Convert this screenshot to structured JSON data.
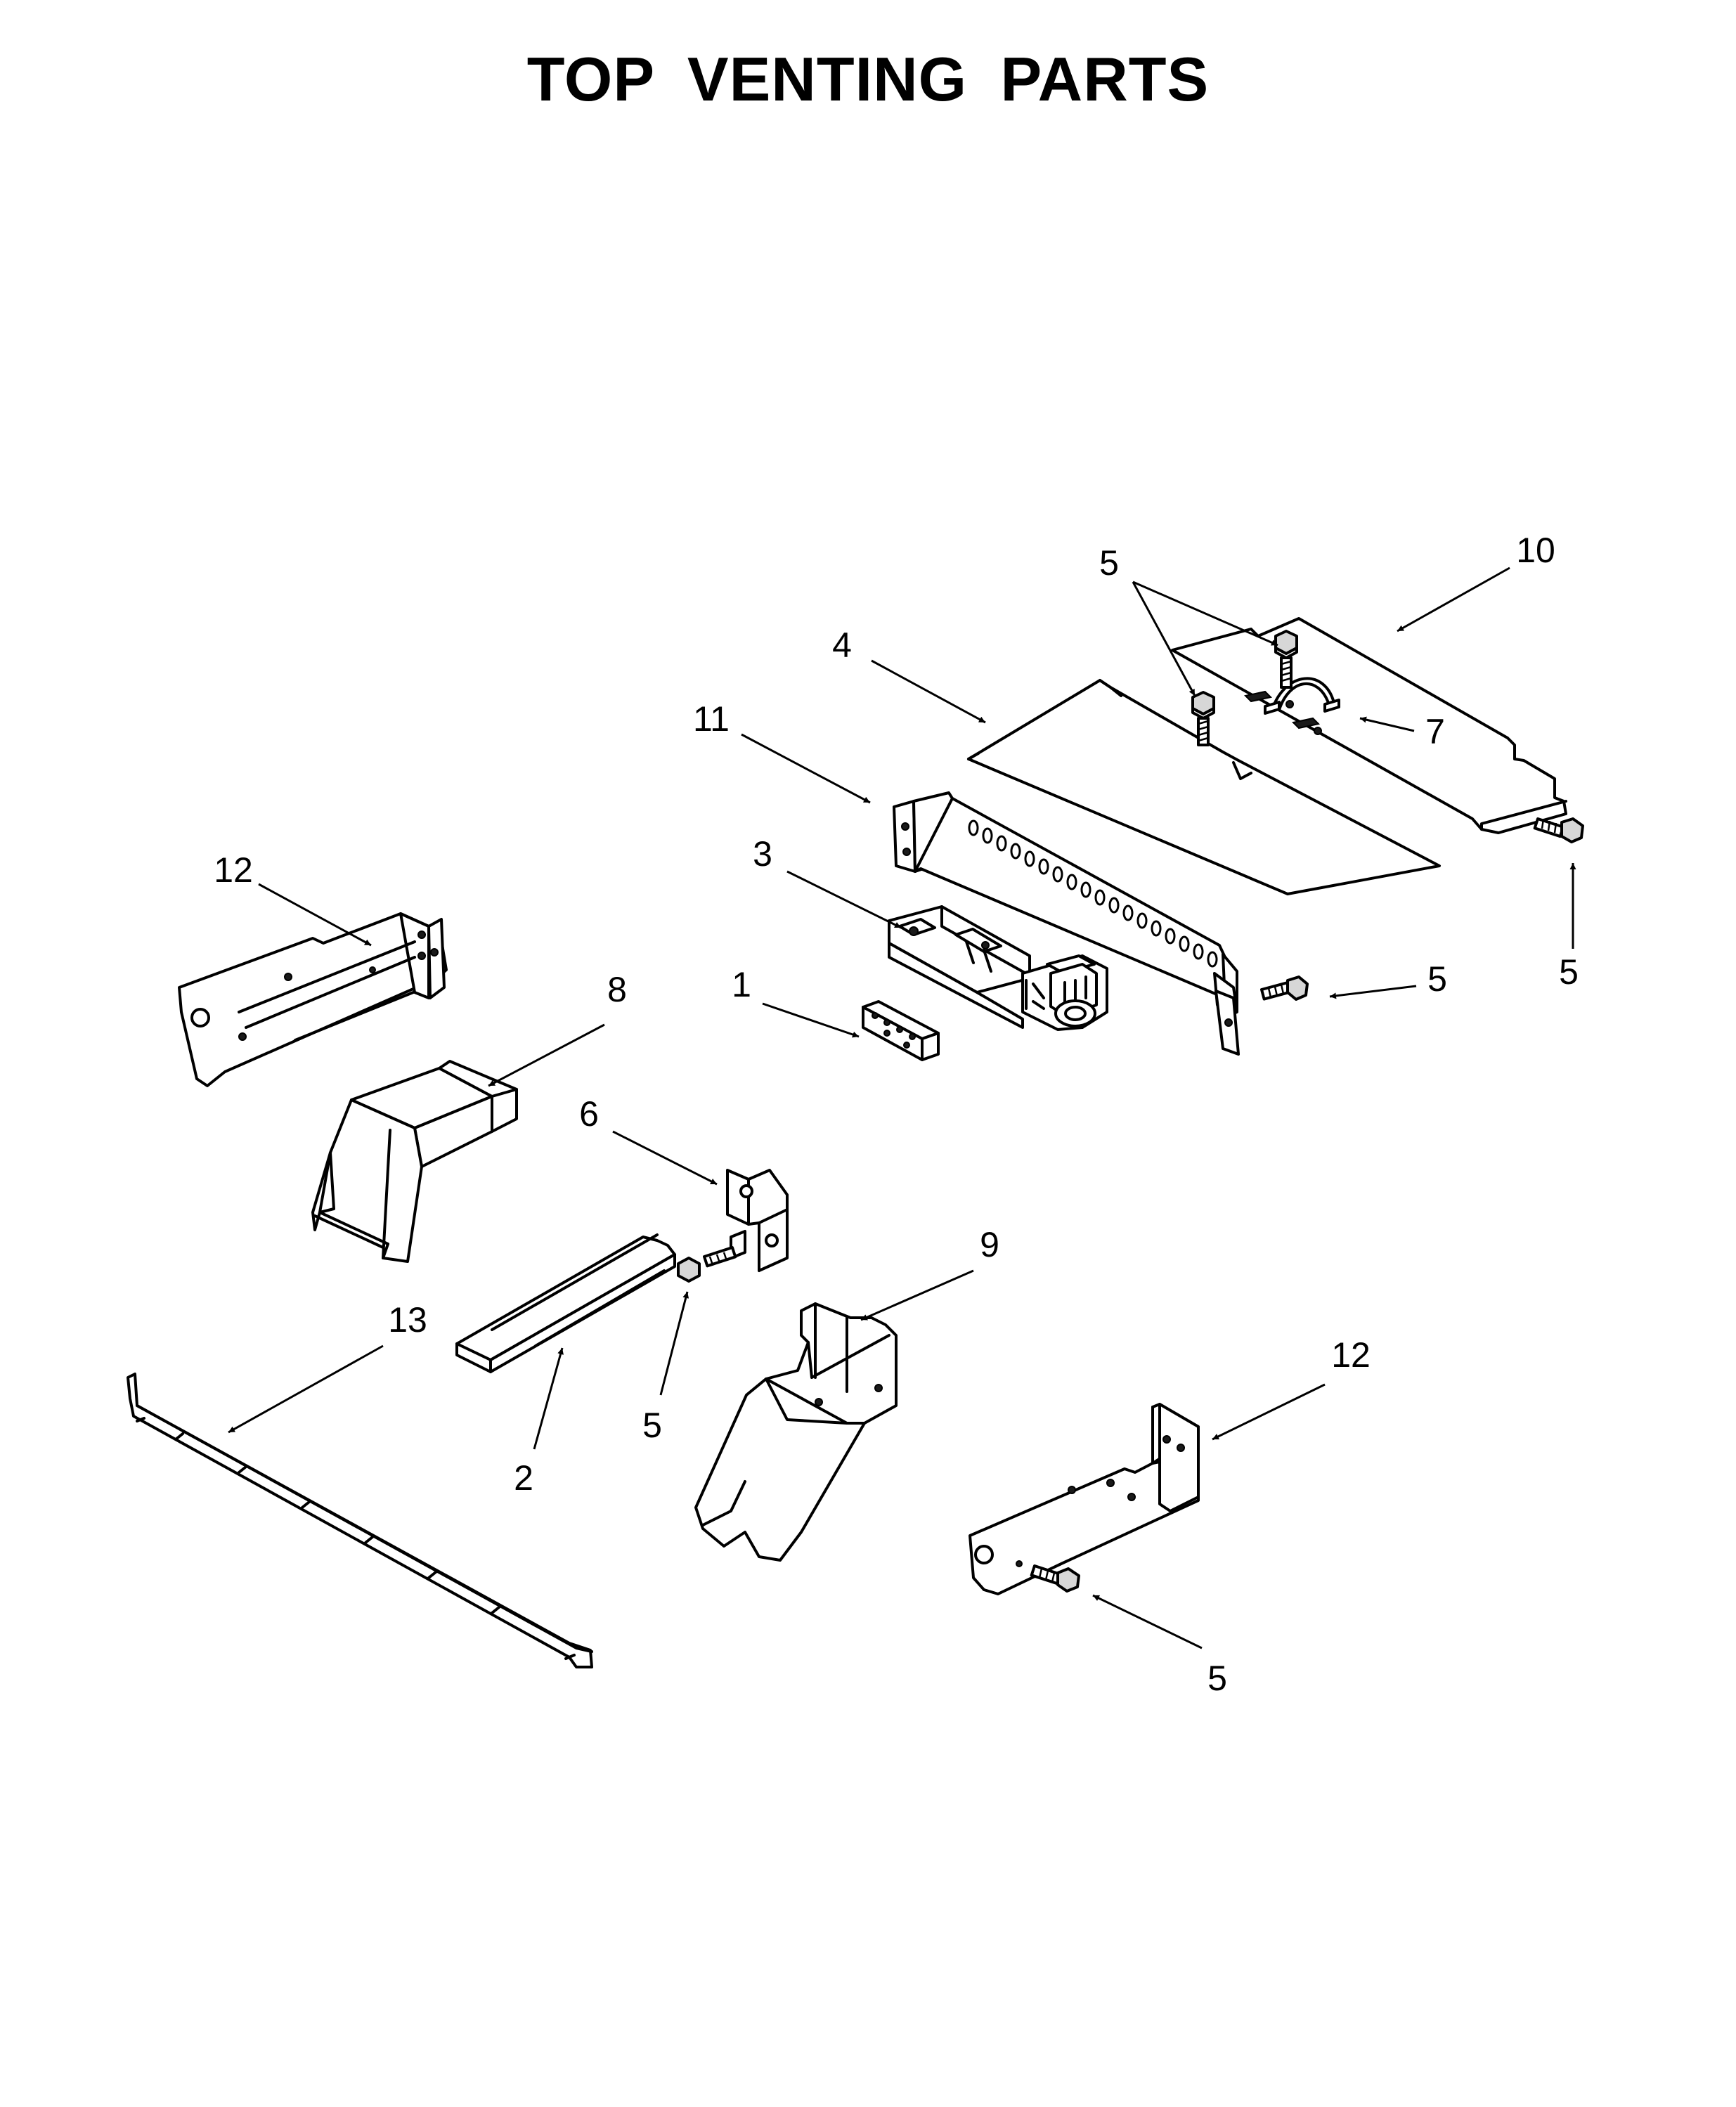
{
  "title": "TOP VENTING PARTS",
  "callouts": [
    "1",
    "2",
    "3",
    "4",
    "5",
    "6",
    "7",
    "8",
    "9",
    "10",
    "11",
    "12",
    "13"
  ]
}
